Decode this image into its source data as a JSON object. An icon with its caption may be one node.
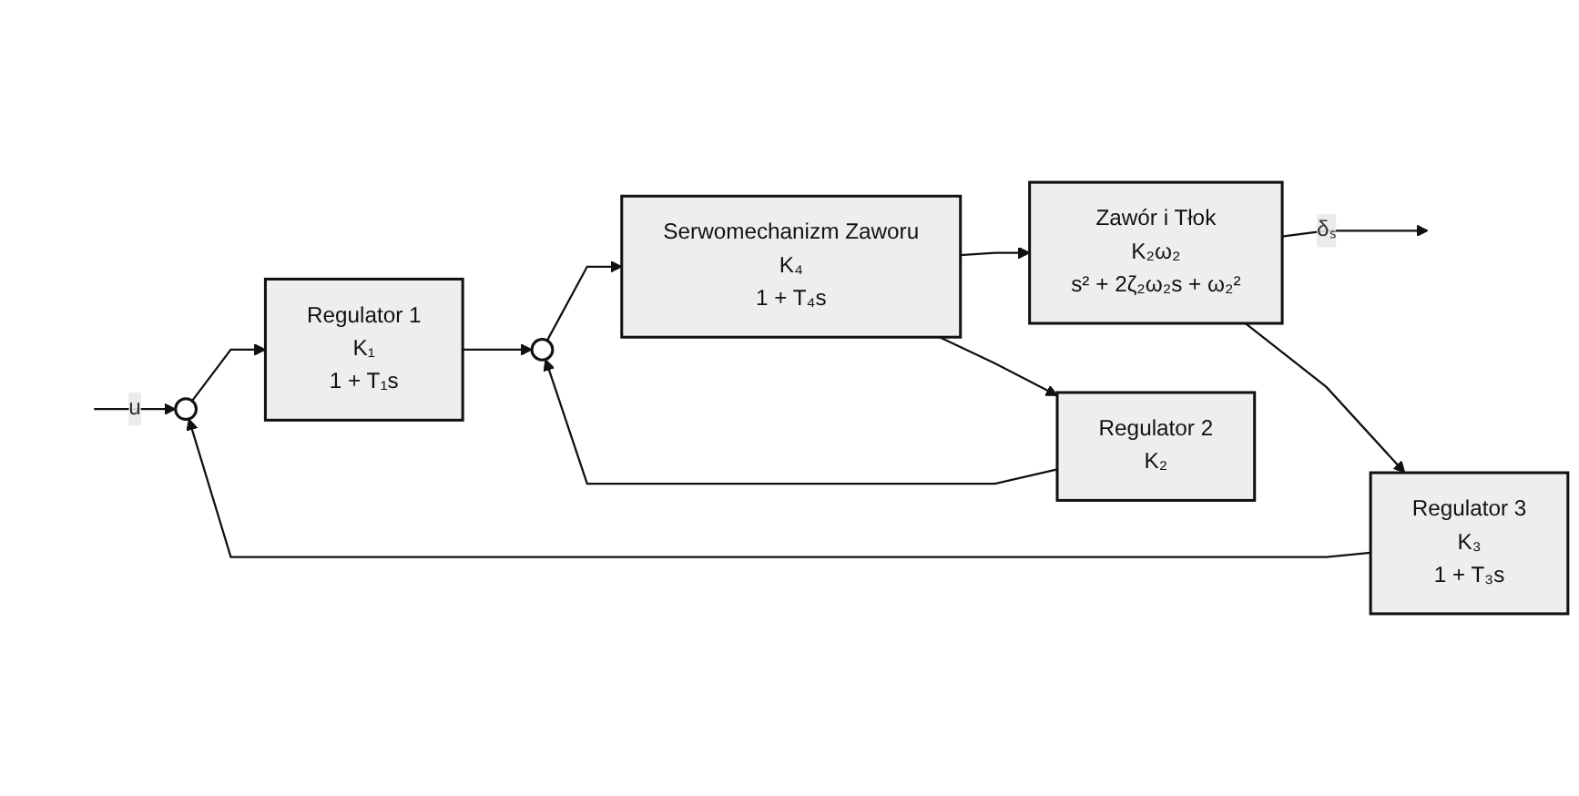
{
  "diagram": {
    "nodes": [
      {
        "text": [],
        "shape": "circle"
      },
      {
        "text": [
          "Regulator 1",
          "K₁",
          "1 + T₁s"
        ]
      },
      {
        "text": [],
        "shape": "circle"
      },
      {
        "text": [
          "Serwomechanizm Zaworu",
          "K₄",
          "1 + T₄s"
        ]
      },
      {
        "text": [
          "Zawór i Tłok",
          "K₂ω₂",
          "s² + 2ζ₂ω₂s + ω₂²"
        ]
      },
      {
        "text": [
          "Regulator 2",
          "K₂"
        ]
      },
      {
        "text": [
          "Regulator 3",
          "K₃",
          "1 + T₃s"
        ]
      }
    ],
    "edges": [
      {
        "from": null,
        "to": 0,
        "arrow": "to",
        "label": "u"
      },
      {
        "from": 0,
        "to": 1,
        "arrow": "to"
      },
      {
        "from": 1,
        "to": 2,
        "arrow": "to"
      },
      {
        "from": 2,
        "to": 3,
        "arrow": "to"
      },
      {
        "from": 3,
        "to": 4,
        "arrow": "to"
      },
      {
        "from": 3,
        "to": 5,
        "arrow": "to"
      },
      {
        "from": 5,
        "to": 2,
        "arrow": "to"
      },
      {
        "from": 4,
        "to": null,
        "arrow": "to",
        "label": "δₛ"
      },
      {
        "from": 4,
        "to": 6,
        "arrow": "to"
      },
      {
        "from": 6,
        "to": 0,
        "arrow": "to"
      }
    ]
  }
}
